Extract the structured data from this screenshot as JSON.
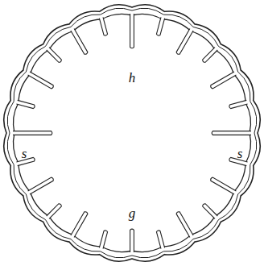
{
  "diagram": {
    "labels": [
      "h",
      "s",
      "s",
      "g"
    ]
  }
}
